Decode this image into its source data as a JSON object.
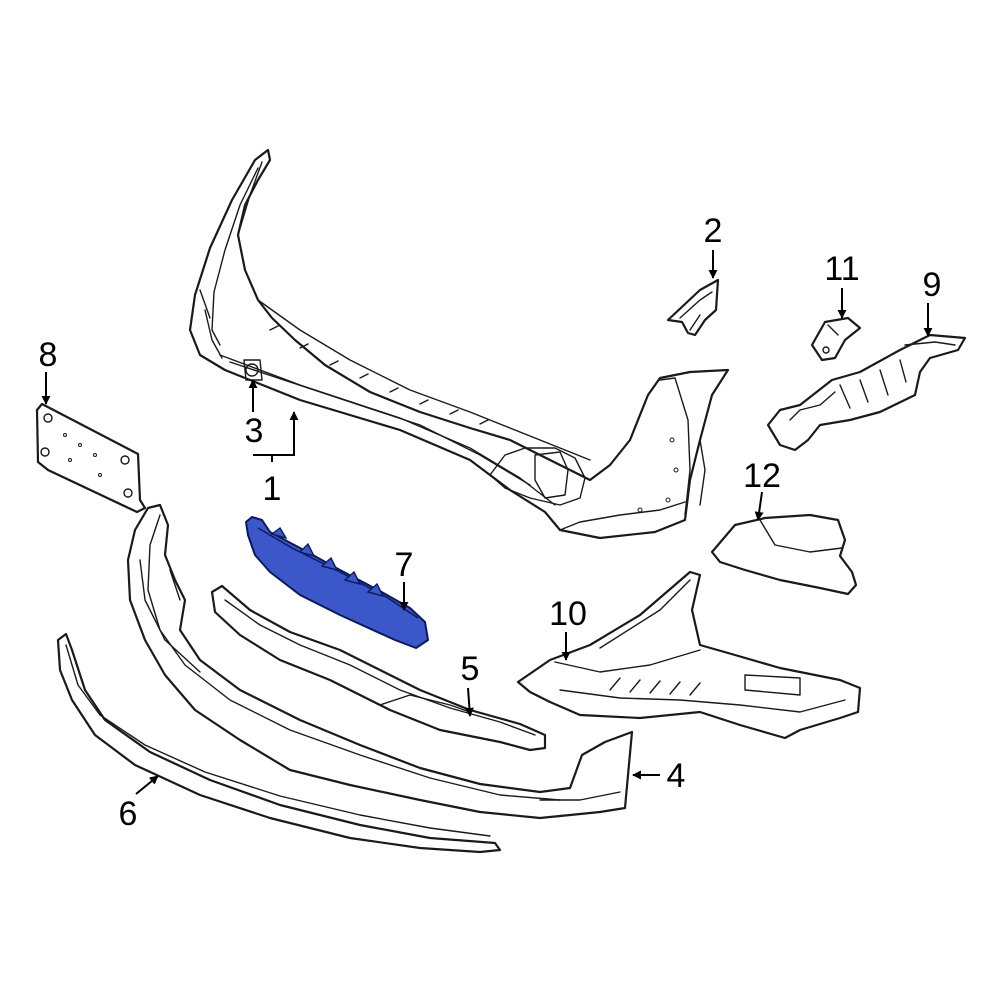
{
  "callouts": {
    "c1": "1",
    "c2": "2",
    "c3": "3",
    "c4": "4",
    "c5": "5",
    "c6": "6",
    "c7": "7",
    "c8": "8",
    "c9": "9",
    "c10": "10",
    "c11": "11",
    "c12": "12"
  },
  "colors": {
    "highlight": "#3b57c9",
    "outline": "#1a1a1a",
    "background": "#ffffff"
  }
}
